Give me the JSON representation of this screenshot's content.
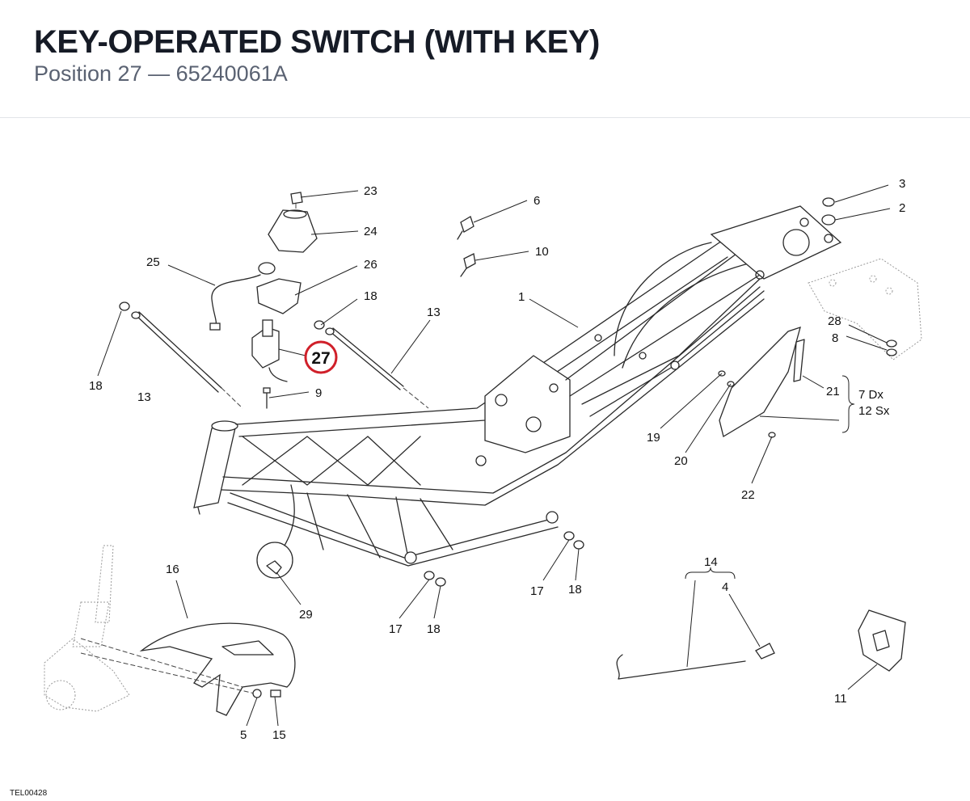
{
  "header": {
    "title": "KEY-OPERATED SWITCH (WITH KEY)",
    "subtitle": "Position 27 — 65240061A"
  },
  "highlight": {
    "number": "27",
    "color": "#d0202a"
  },
  "callouts": {
    "c1": "1",
    "c2": "2",
    "c3": "3",
    "c4": "4",
    "c5": "5",
    "c6": "6",
    "c8": "8",
    "c9": "9",
    "c10": "10",
    "c11": "11",
    "c13a": "13",
    "c13b": "13",
    "c14": "14",
    "c15": "15",
    "c16": "16",
    "c17a": "17",
    "c17b": "17",
    "c18a": "18",
    "c18b": "18",
    "c18c": "18",
    "c18d": "18",
    "c19": "19",
    "c20": "20",
    "c21": "21",
    "c22": "22",
    "c23": "23",
    "c24": "24",
    "c25": "25",
    "c26": "26",
    "c28": "28",
    "c29": "29",
    "qty_dx": "7 Dx",
    "qty_sx": "12 Sx"
  },
  "footer": {
    "reference": "TEL00428"
  }
}
